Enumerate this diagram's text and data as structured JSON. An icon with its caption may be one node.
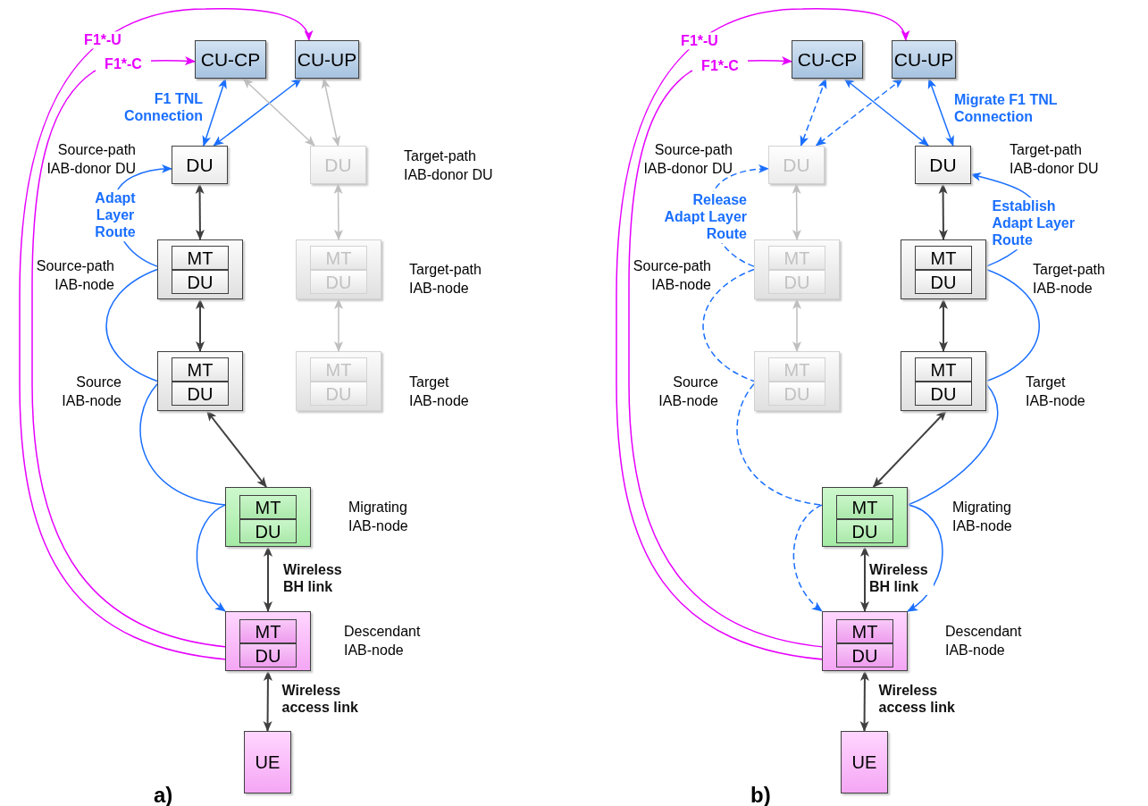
{
  "diagram": {
    "nodes": [
      {
        "text": [
          "CU-CP"
        ]
      },
      {
        "text": [
          "CU-UP"
        ]
      },
      {
        "text": [
          "DU"
        ],
        "beside": [
          "Source-path IAB-donor DU"
        ]
      },
      {
        "text": [
          "DU"
        ],
        "beside": [
          "Target-path IAB-donor DU"
        ]
      },
      {
        "text": [],
        "shape": "box",
        "beside": [
          "Source-path IAB-node"
        ]
      },
      {
        "text": [
          "MT"
        ],
        "in": 4
      },
      {
        "text": [
          "DU"
        ],
        "in": 4
      },
      {
        "text": [],
        "shape": "box",
        "beside": [
          "Target-path IAB-node"
        ]
      },
      {
        "text": [
          "MT"
        ],
        "in": 7
      },
      {
        "text": [
          "DU"
        ],
        "in": 7
      },
      {
        "text": [],
        "shape": "box",
        "beside": [
          "Source IAB-node"
        ]
      },
      {
        "text": [
          "MT"
        ],
        "in": 10
      },
      {
        "text": [
          "DU"
        ],
        "in": 10
      },
      {
        "text": [],
        "shape": "box",
        "beside": [
          "Target IAB-node"
        ]
      },
      {
        "text": [
          "MT"
        ],
        "in": 13
      },
      {
        "text": [
          "DU"
        ],
        "in": 13
      },
      {
        "text": [],
        "shape": "box",
        "beside": [
          "Migrating IAB-node"
        ]
      },
      {
        "text": [
          "MT"
        ],
        "in": 16
      },
      {
        "text": [
          "DU"
        ],
        "in": 16
      },
      {
        "text": [],
        "shape": "box",
        "beside": [
          "Descendant IAB-node"
        ]
      },
      {
        "text": [
          "MT"
        ],
        "in": 19
      },
      {
        "text": [
          "DU"
        ],
        "in": 19
      },
      {
        "text": [
          "UE"
        ]
      },
      {
        "text": [
          "CU-CP"
        ]
      },
      {
        "text": [
          "CU-UP"
        ]
      },
      {
        "text": [
          "DU"
        ],
        "beside": [
          "Source-path IAB-donor DU"
        ]
      },
      {
        "text": [
          "DU"
        ],
        "beside": [
          "Target-path IAB-donor DU"
        ]
      },
      {
        "text": [],
        "shape": "box",
        "beside": [
          "Source-path IAB-node"
        ]
      },
      {
        "text": [
          "MT"
        ],
        "in": 27
      },
      {
        "text": [
          "DU"
        ],
        "in": 27
      },
      {
        "text": [],
        "shape": "box",
        "beside": [
          "Target-path IAB-node"
        ]
      },
      {
        "text": [
          "MT"
        ],
        "in": 30
      },
      {
        "text": [
          "DU"
        ],
        "in": 30
      },
      {
        "text": [],
        "shape": "box",
        "beside": [
          "Source IAB-node"
        ]
      },
      {
        "text": [
          "MT"
        ],
        "in": 33
      },
      {
        "text": [
          "DU"
        ],
        "in": 33
      },
      {
        "text": [],
        "shape": "box",
        "beside": [
          "Target IAB-node"
        ]
      },
      {
        "text": [
          "MT"
        ],
        "in": 36
      },
      {
        "text": [
          "DU"
        ],
        "in": 36
      },
      {
        "text": [],
        "shape": "box",
        "beside": [
          "Migrating IAB-node"
        ]
      },
      {
        "text": [
          "MT"
        ],
        "in": 39
      },
      {
        "text": [
          "DU"
        ],
        "in": 39
      },
      {
        "text": [],
        "shape": "box",
        "beside": [
          "Descendant IAB-node"
        ]
      },
      {
        "text": [
          "MT"
        ],
        "in": 42
      },
      {
        "text": [
          "DU"
        ],
        "in": 42
      },
      {
        "text": [
          "UE"
        ]
      }
    ],
    "edges": [
      {
        "from": 0,
        "to": 2,
        "arrow": "both",
        "label": "F1 TNL Connection"
      },
      {
        "from": 1,
        "to": 2,
        "arrow": "both"
      },
      {
        "from": 0,
        "to": 3,
        "arrow": "both",
        "color": "#bfbfbf"
      },
      {
        "from": 1,
        "to": 3,
        "arrow": "both",
        "color": "#bfbfbf"
      },
      {
        "from": 2,
        "to": 4,
        "arrow": "both",
        "color": "#404040"
      },
      {
        "from": 4,
        "to": 10,
        "arrow": "both",
        "color": "#404040"
      },
      {
        "from": 10,
        "to": 16,
        "arrow": "both",
        "color": "#404040"
      },
      {
        "from": 16,
        "to": 19,
        "arrow": "both",
        "label": "Wireless BH link",
        "color": "#404040"
      },
      {
        "from": 19,
        "to": 22,
        "arrow": "both",
        "label": "Wireless access link",
        "color": "#404040"
      },
      {
        "from": 3,
        "to": 7,
        "arrow": "both",
        "color": "#bfbfbf"
      },
      {
        "from": 7,
        "to": 13,
        "arrow": "both",
        "color": "#bfbfbf"
      },
      {
        "from": 21,
        "to": 1,
        "arrow": "both",
        "label": "F1*-U",
        "color": "#e600ff"
      },
      {
        "from": 21,
        "to": 0,
        "arrow": "both",
        "label": "F1*-C",
        "color": "#e600ff"
      },
      {
        "from": 4,
        "to": 2,
        "arrow": "to",
        "label": "Adapt Layer Route"
      },
      {
        "from": 4,
        "to": 10,
        "arrow": "none"
      },
      {
        "from": 10,
        "to": 16,
        "arrow": "none"
      },
      {
        "from": 16,
        "to": 19,
        "arrow": "to"
      },
      {
        "from": 23,
        "to": 25,
        "arrow": "both",
        "style": "dashed"
      },
      {
        "from": 24,
        "to": 25,
        "arrow": "both",
        "style": "dashed"
      },
      {
        "from": 23,
        "to": 26,
        "arrow": "both"
      },
      {
        "from": 24,
        "to": 26,
        "arrow": "both",
        "label": "Migrate F1 TNL Connection"
      },
      {
        "from": 25,
        "to": 27,
        "arrow": "both",
        "color": "#bfbfbf"
      },
      {
        "from": 27,
        "to": 33,
        "arrow": "both",
        "color": "#bfbfbf"
      },
      {
        "from": 36,
        "to": 39,
        "arrow": "both",
        "color": "#404040"
      },
      {
        "from": 39,
        "to": 42,
        "arrow": "both",
        "label": "Wireless BH link",
        "color": "#404040"
      },
      {
        "from": 42,
        "to": 45,
        "arrow": "both",
        "label": "Wireless access link",
        "color": "#404040"
      },
      {
        "from": 26,
        "to": 30,
        "arrow": "both",
        "color": "#404040"
      },
      {
        "from": 30,
        "to": 36,
        "arrow": "both",
        "color": "#404040"
      },
      {
        "from": 44,
        "to": 24,
        "arrow": "both",
        "label": "F1*-U",
        "color": "#e600ff"
      },
      {
        "from": 44,
        "to": 23,
        "arrow": "both",
        "label": "F1*-C",
        "color": "#e600ff"
      },
      {
        "from": 27,
        "to": 25,
        "arrow": "to",
        "label": "Release Adapt Layer Route",
        "style": "dashed"
      },
      {
        "from": 27,
        "to": 33,
        "arrow": "none",
        "style": "dashed"
      },
      {
        "from": 33,
        "to": 39,
        "arrow": "none",
        "style": "dashed"
      },
      {
        "from": 39,
        "to": 42,
        "arrow": "to",
        "style": "dashed"
      },
      {
        "from": 30,
        "to": 26,
        "arrow": "to",
        "label": "Establish Adapt Layer Route"
      },
      {
        "from": 30,
        "to": 36,
        "arrow": "none"
      },
      {
        "from": 36,
        "to": 39,
        "arrow": "none"
      },
      {
        "from": 39,
        "to": 42,
        "arrow": "to"
      }
    ],
    "labels": [
      "a)",
      "b)"
    ]
  }
}
